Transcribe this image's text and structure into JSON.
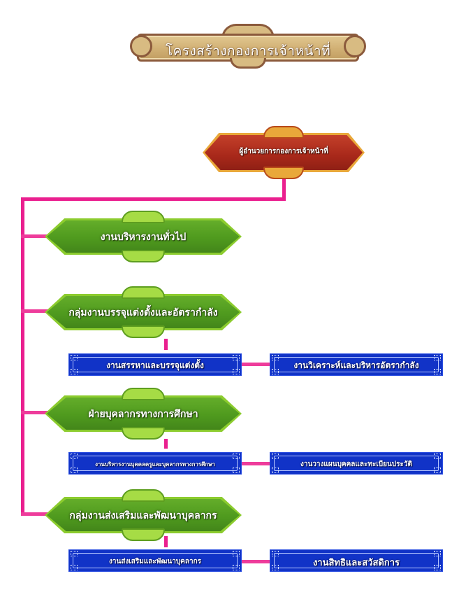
{
  "title": "โครงสร้างกองการเจ้าหน้าที่",
  "director": {
    "label": "ผู้อำนวยการกองการเจ้าหน้าที่"
  },
  "groups": [
    {
      "label": "งานบริหารงานทั่วไป",
      "units": []
    },
    {
      "label": "กลุ่มงานบรรจุแต่งตั้งและอัตรากำลัง",
      "units": [
        "งานสรรหาและบรรจุแต่งตั้ง",
        "งานวิเคราะห์และบริหารอัตรากำลัง"
      ]
    },
    {
      "label": "ฝ่ายบุคลากรทางการศึกษา",
      "units": [
        "งานบริหารงานบุคคลครูและบุคลากรทางการศึกษา",
        "งานวางแผนบุคคลและทะเบียนประวัติ"
      ]
    },
    {
      "label": "กลุ่มงานส่งเสริมและพัฒนาบุคลากร",
      "units": [
        "งานส่งเสริมและพัฒนาบุคลากร",
        "งานสิทธิและสวัสดิการ"
      ]
    }
  ],
  "colors": {
    "connector": "#ea1f8f",
    "director_fill": "#a8281a",
    "group_fill": "#4f9a1e",
    "unit_fill": "#1133c7",
    "banner_fill": "#d1b074"
  }
}
